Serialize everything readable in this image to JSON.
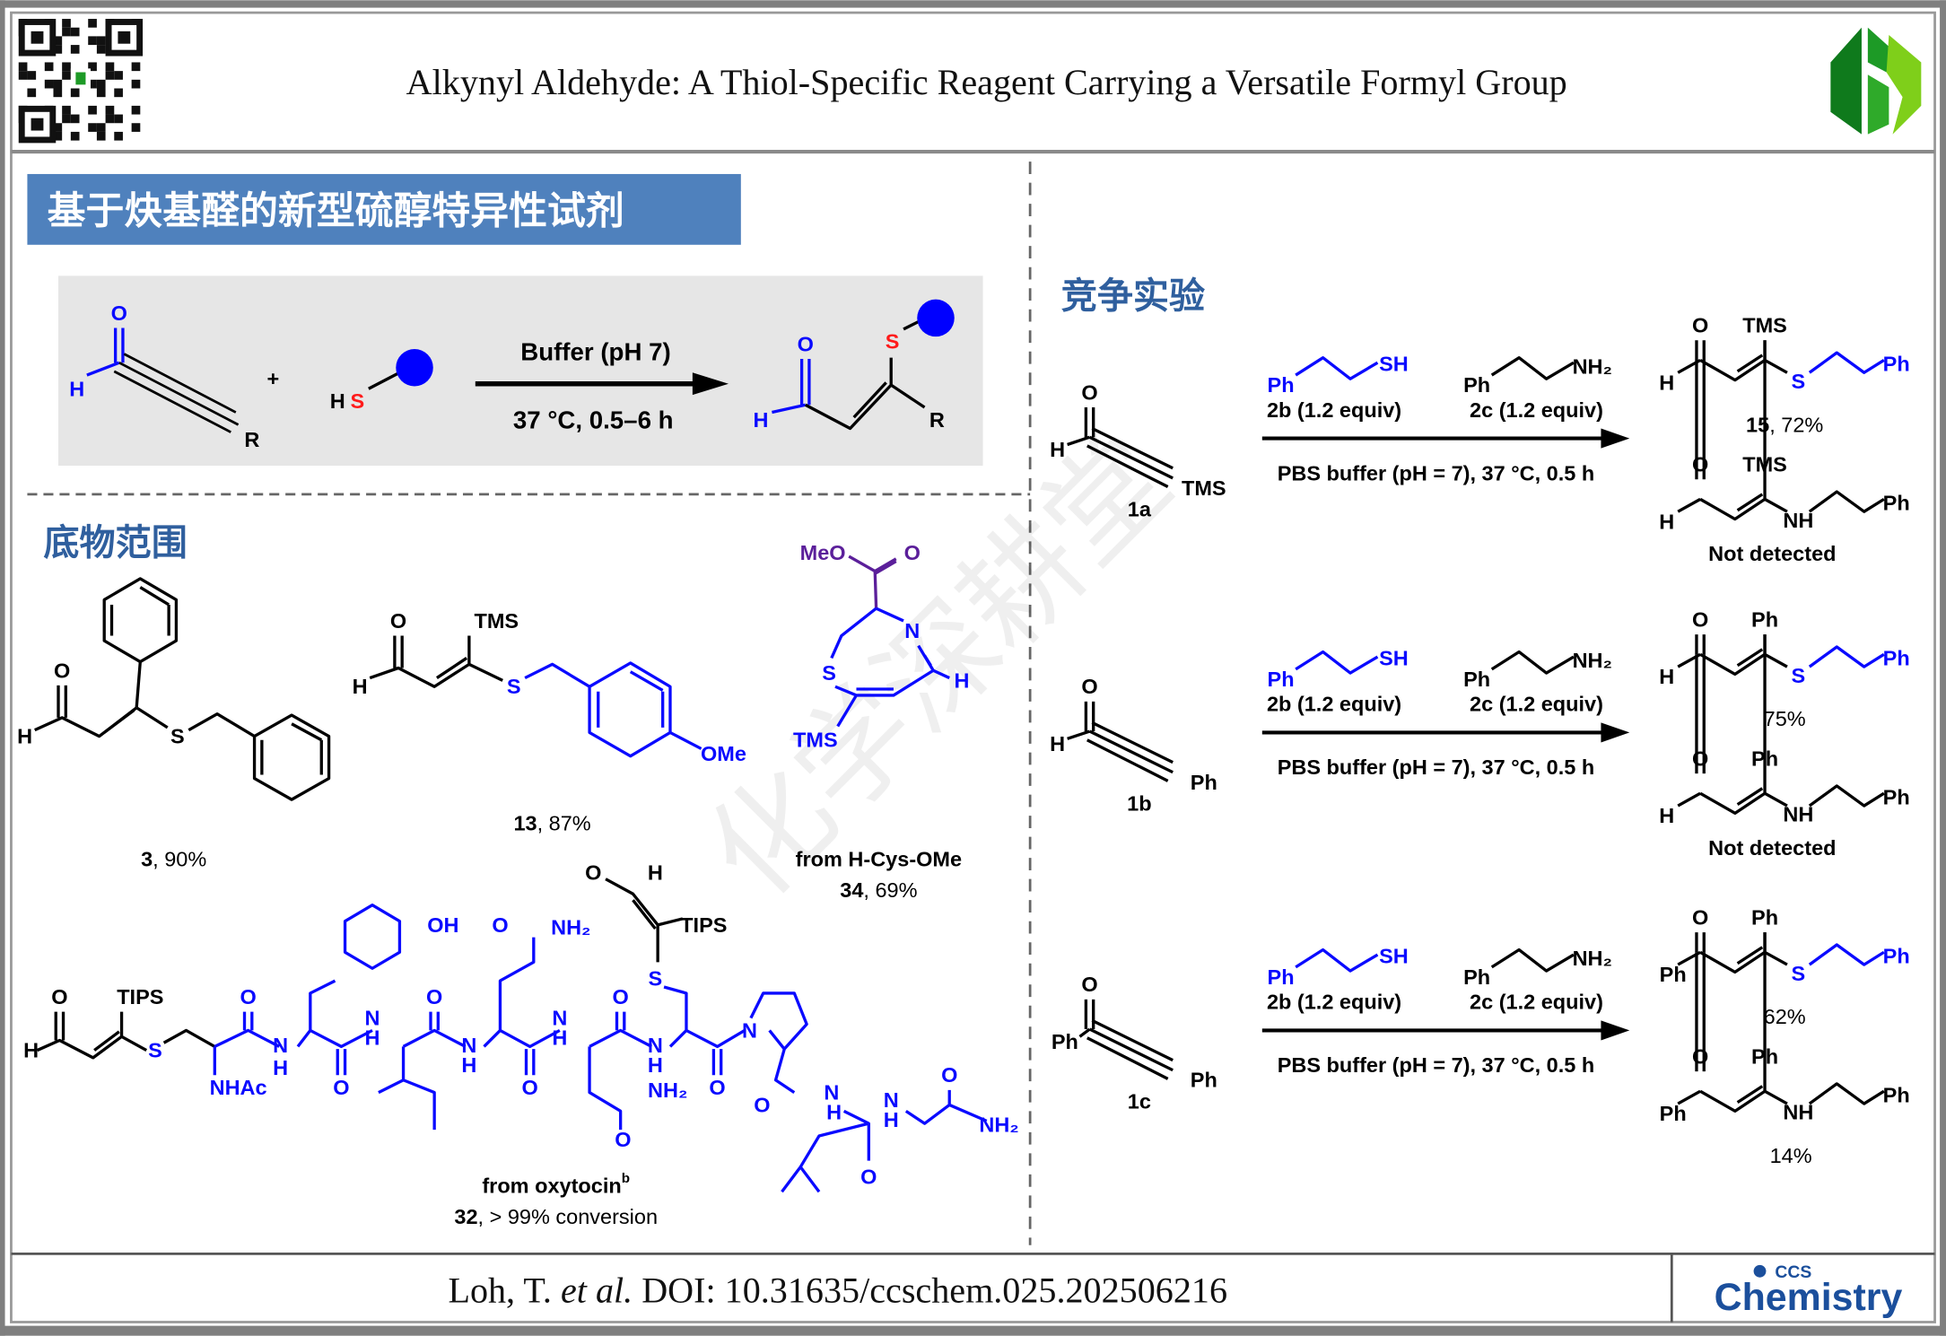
{
  "header": {
    "title": "Alkynyl Aldehyde: A Thiol-Specific Reagent Carrying a Versatile Formyl Group",
    "qr_icon": "qr-code",
    "logo_icon": "green-leaf-logo"
  },
  "banner": {
    "title": "基于炔基醛的新型硫醇特异性试剂"
  },
  "watermark": "化学深耕堂",
  "general_reaction": {
    "reactant_atoms": [
      "O",
      "H",
      "R"
    ],
    "plus": "+",
    "thiol_atoms": [
      "H",
      "S"
    ],
    "conditions_top": "Buffer (pH 7)",
    "conditions_bottom": "37 °C, 0.5–6 h",
    "product_atoms": [
      "O",
      "H",
      "S",
      "R"
    ]
  },
  "scope": {
    "heading": "底物范围",
    "c3": {
      "atoms": [
        "O",
        "H",
        "S"
      ],
      "id": "3",
      "yield": ", 90%"
    },
    "c13": {
      "atoms": [
        "O",
        "TMS",
        "H",
        "S",
        "OMe"
      ],
      "id": "13",
      "yield": ", 87%"
    },
    "c34": {
      "atoms": [
        "MeO",
        "O",
        "N",
        "H",
        "S",
        "TMS"
      ],
      "note": "from H-Cys-OMe",
      "id": "34",
      "yield": ", 69%"
    },
    "c32": {
      "atoms": [
        "O",
        "TIPS",
        "H",
        "S",
        "NHAc",
        "O",
        "N",
        "H",
        "O",
        "OH",
        "N",
        "H",
        "O",
        "N",
        "H",
        "O",
        "NH₂",
        "O",
        "N",
        "H",
        "O",
        "NH₂",
        "O",
        "O",
        "H",
        "TIPS",
        "S",
        "N",
        "H",
        "O",
        "N",
        "O",
        "N",
        "H",
        "N",
        "H",
        "O",
        "O",
        "NH₂"
      ],
      "note": "from oxytocin",
      "note_sup": "b",
      "id": "32",
      "yield": ", > 99% conversion"
    }
  },
  "competition": {
    "heading": "竞争实验",
    "rows": [
      {
        "reactant_left": "H",
        "reactant_sub": "TMS",
        "reactant_O": "O",
        "label": "1a",
        "b_ph": "Ph",
        "b_sh": "SH",
        "b_label": "2b (1.2 equiv)",
        "c_ph": "Ph",
        "c_nh2": "NH₂",
        "c_label": "2c (1.2 equiv)",
        "conditions": "PBS buffer (pH = 7), 37 °C, 0.5 h",
        "p1": {
          "O": "O",
          "sub": "TMS",
          "left": "H",
          "het": "S",
          "ph": "Ph",
          "id": "15",
          "yield": ", 72%"
        },
        "p2": {
          "O": "O",
          "sub": "TMS",
          "left": "H",
          "het": "NH",
          "ph": "Ph",
          "result": "Not detected"
        }
      },
      {
        "reactant_left": "H",
        "reactant_sub": "Ph",
        "reactant_O": "O",
        "label": "1b",
        "b_ph": "Ph",
        "b_sh": "SH",
        "b_label": "2b (1.2 equiv)",
        "c_ph": "Ph",
        "c_nh2": "NH₂",
        "c_label": "2c (1.2 equiv)",
        "conditions": "PBS buffer (pH = 7), 37 °C, 0.5 h",
        "p1": {
          "O": "O",
          "sub": "Ph",
          "left": "H",
          "het": "S",
          "ph": "Ph",
          "yield": "75%"
        },
        "p2": {
          "O": "O",
          "sub": "Ph",
          "left": "H",
          "het": "NH",
          "ph": "Ph",
          "result": "Not detected"
        }
      },
      {
        "reactant_left": "Ph",
        "reactant_sub": "Ph",
        "reactant_O": "O",
        "label": "1c",
        "b_ph": "Ph",
        "b_sh": "SH",
        "b_label": "2b (1.2 equiv)",
        "c_ph": "Ph",
        "c_nh2": "NH₂",
        "c_label": "2c (1.2 equiv)",
        "conditions": "PBS buffer (pH = 7), 37 °C, 0.5 h",
        "p1": {
          "O": "O",
          "sub": "Ph",
          "left": "Ph",
          "het": "S",
          "ph": "Ph",
          "yield": "62%"
        },
        "p2": {
          "O": "O",
          "sub": "Ph",
          "left": "Ph",
          "het": "NH",
          "ph": "Ph",
          "yield": "14%"
        }
      }
    ]
  },
  "footer": {
    "citation_prefix": "Loh, T. ",
    "citation_italic": "et al.",
    "citation_doi": " DOI: 10.31635/ccschem.025.202506216",
    "journal_top": "CCS",
    "journal_name": "Chemistry"
  },
  "colors": {
    "banner": "#4f81bd",
    "heading": "#2f5f9e",
    "chem_blue": "#0a0aff",
    "sulfur_red": "#ff1a1a",
    "logo_green": "#0f7a1c"
  }
}
